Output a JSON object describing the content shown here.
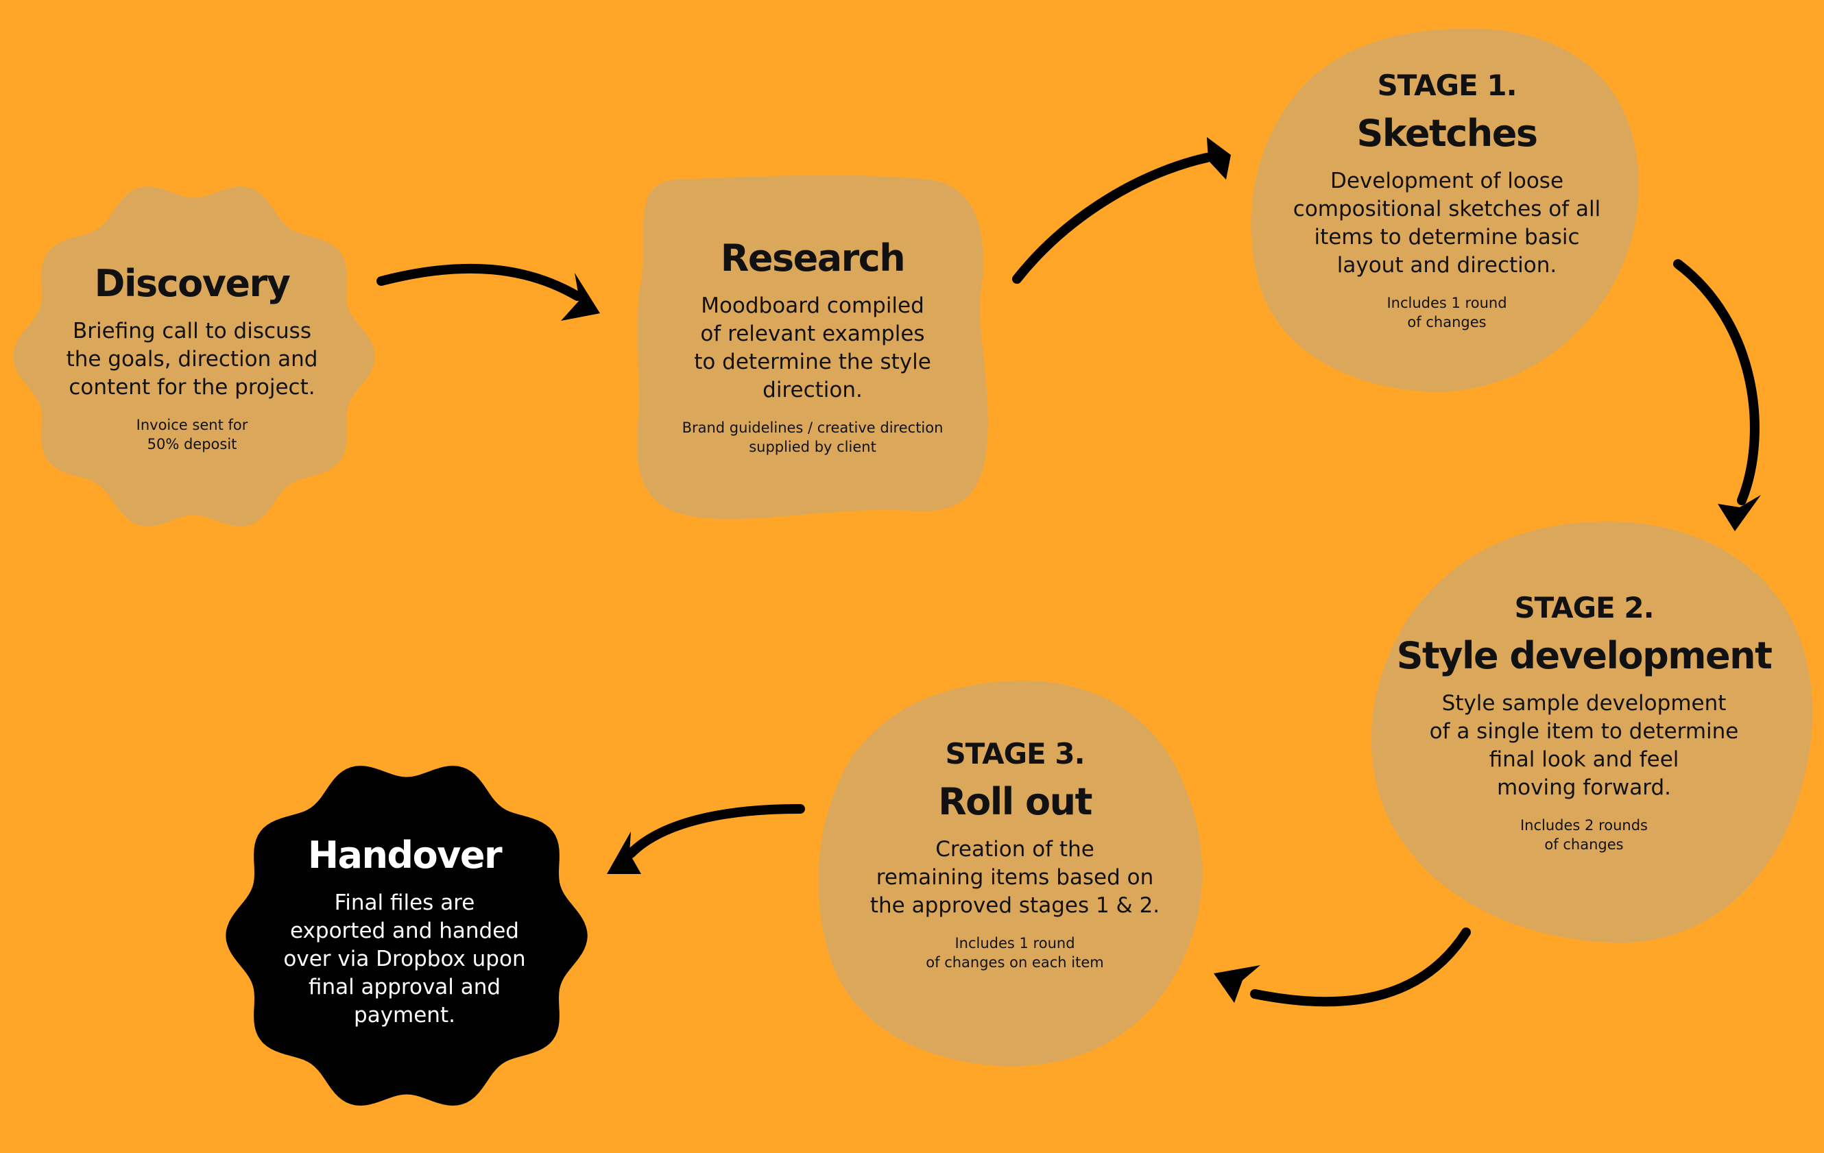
{
  "colors": {
    "background": "#ffa527",
    "blob": "#dba85b",
    "handover_blob": "#000000",
    "text": "#111111",
    "text_on_dark": "#ffffff",
    "arrow": "#000000"
  },
  "steps": {
    "discovery": {
      "title": "Discovery",
      "desc": "Briefing call to discuss\nthe goals, direction and\ncontent for the project.",
      "note": "Invoice sent for\n50% deposit"
    },
    "research": {
      "title": "Research",
      "desc": "Moodboard compiled\nof relevant examples\nto determine the style\ndirection.",
      "note": "Brand guidelines / creative direction\nsupplied by client"
    },
    "sketches": {
      "stage": "STAGE 1.",
      "title": "Sketches",
      "desc": "Development of loose\ncompositional sketches of all\nitems to determine basic\nlayout and direction.",
      "note": "Includes 1 round\nof changes"
    },
    "style": {
      "stage": "STAGE 2.",
      "title": "Style development",
      "desc": "Style sample development\nof a single item to determine\nfinal look and feel\nmoving forward.",
      "note": "Includes 2 rounds\nof changes"
    },
    "rollout": {
      "stage": "STAGE 3.",
      "title": "Roll out",
      "desc": "Creation of the\nremaining items based on\nthe approved stages 1 & 2.",
      "note": "Includes 1 round\nof changes on each item"
    },
    "handover": {
      "title": "Handover",
      "desc": "Final files are\nexported and handed\nover via Dropbox upon\nfinal approval and\npayment."
    }
  }
}
